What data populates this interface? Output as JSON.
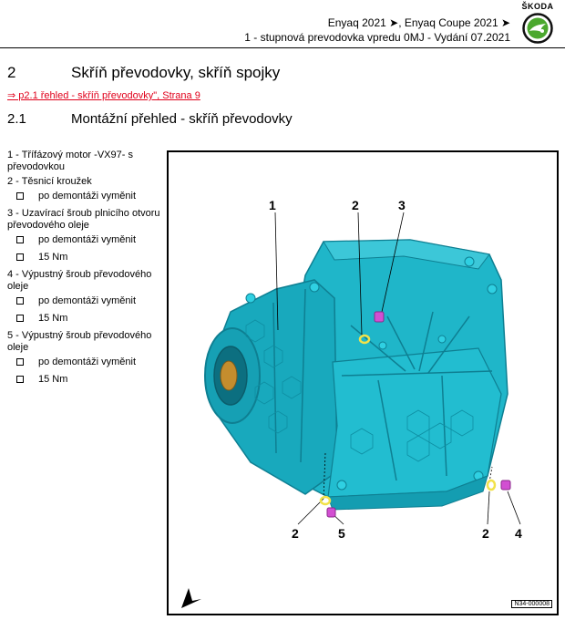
{
  "header": {
    "line1": "Enyaq 2021 ➤, Enyaq Coupe 2021 ➤",
    "line2": "1 - stupnová prevodovka vpredu 0MJ - Vydání 07.2021",
    "logo_text": "ŠKODA"
  },
  "section": {
    "number": "2",
    "title": "Skříň převodovky, skříň spojky",
    "link_text": "⇒ p2.1 řehled - skříň převodovky\", Strana 9"
  },
  "subsection": {
    "number": "2.1",
    "title": "Montážní přehled - skříň převodovky"
  },
  "legend": [
    {
      "label": "1 - Třífázový motor -VX97- s převodovkou",
      "subs": []
    },
    {
      "label": "2 - Těsnicí kroužek",
      "subs": [
        "po demontáži vyměnit"
      ]
    },
    {
      "label": "3 - Uzavírací šroub plnicího otvoru převodového oleje",
      "subs": [
        "po demontáži vyměnit",
        "15 Nm"
      ]
    },
    {
      "label": "4 - Výpustný šroub převodového oleje",
      "subs": [
        "po demontáži vyměnit",
        "15 Nm"
      ]
    },
    {
      "label": "5 - Výpustný šroub převodového oleje",
      "subs": [
        "po demontáži vyměnit",
        "15 Nm"
      ]
    }
  ],
  "figure": {
    "id": "N34-000008",
    "callouts": [
      "1",
      "2",
      "3",
      "2",
      "5",
      "2",
      "4"
    ],
    "colors": {
      "housing": "#1fb6c9",
      "housing_dark": "#0e7f92",
      "seal": "#f2e24a",
      "plug": "#d24fd2"
    }
  }
}
